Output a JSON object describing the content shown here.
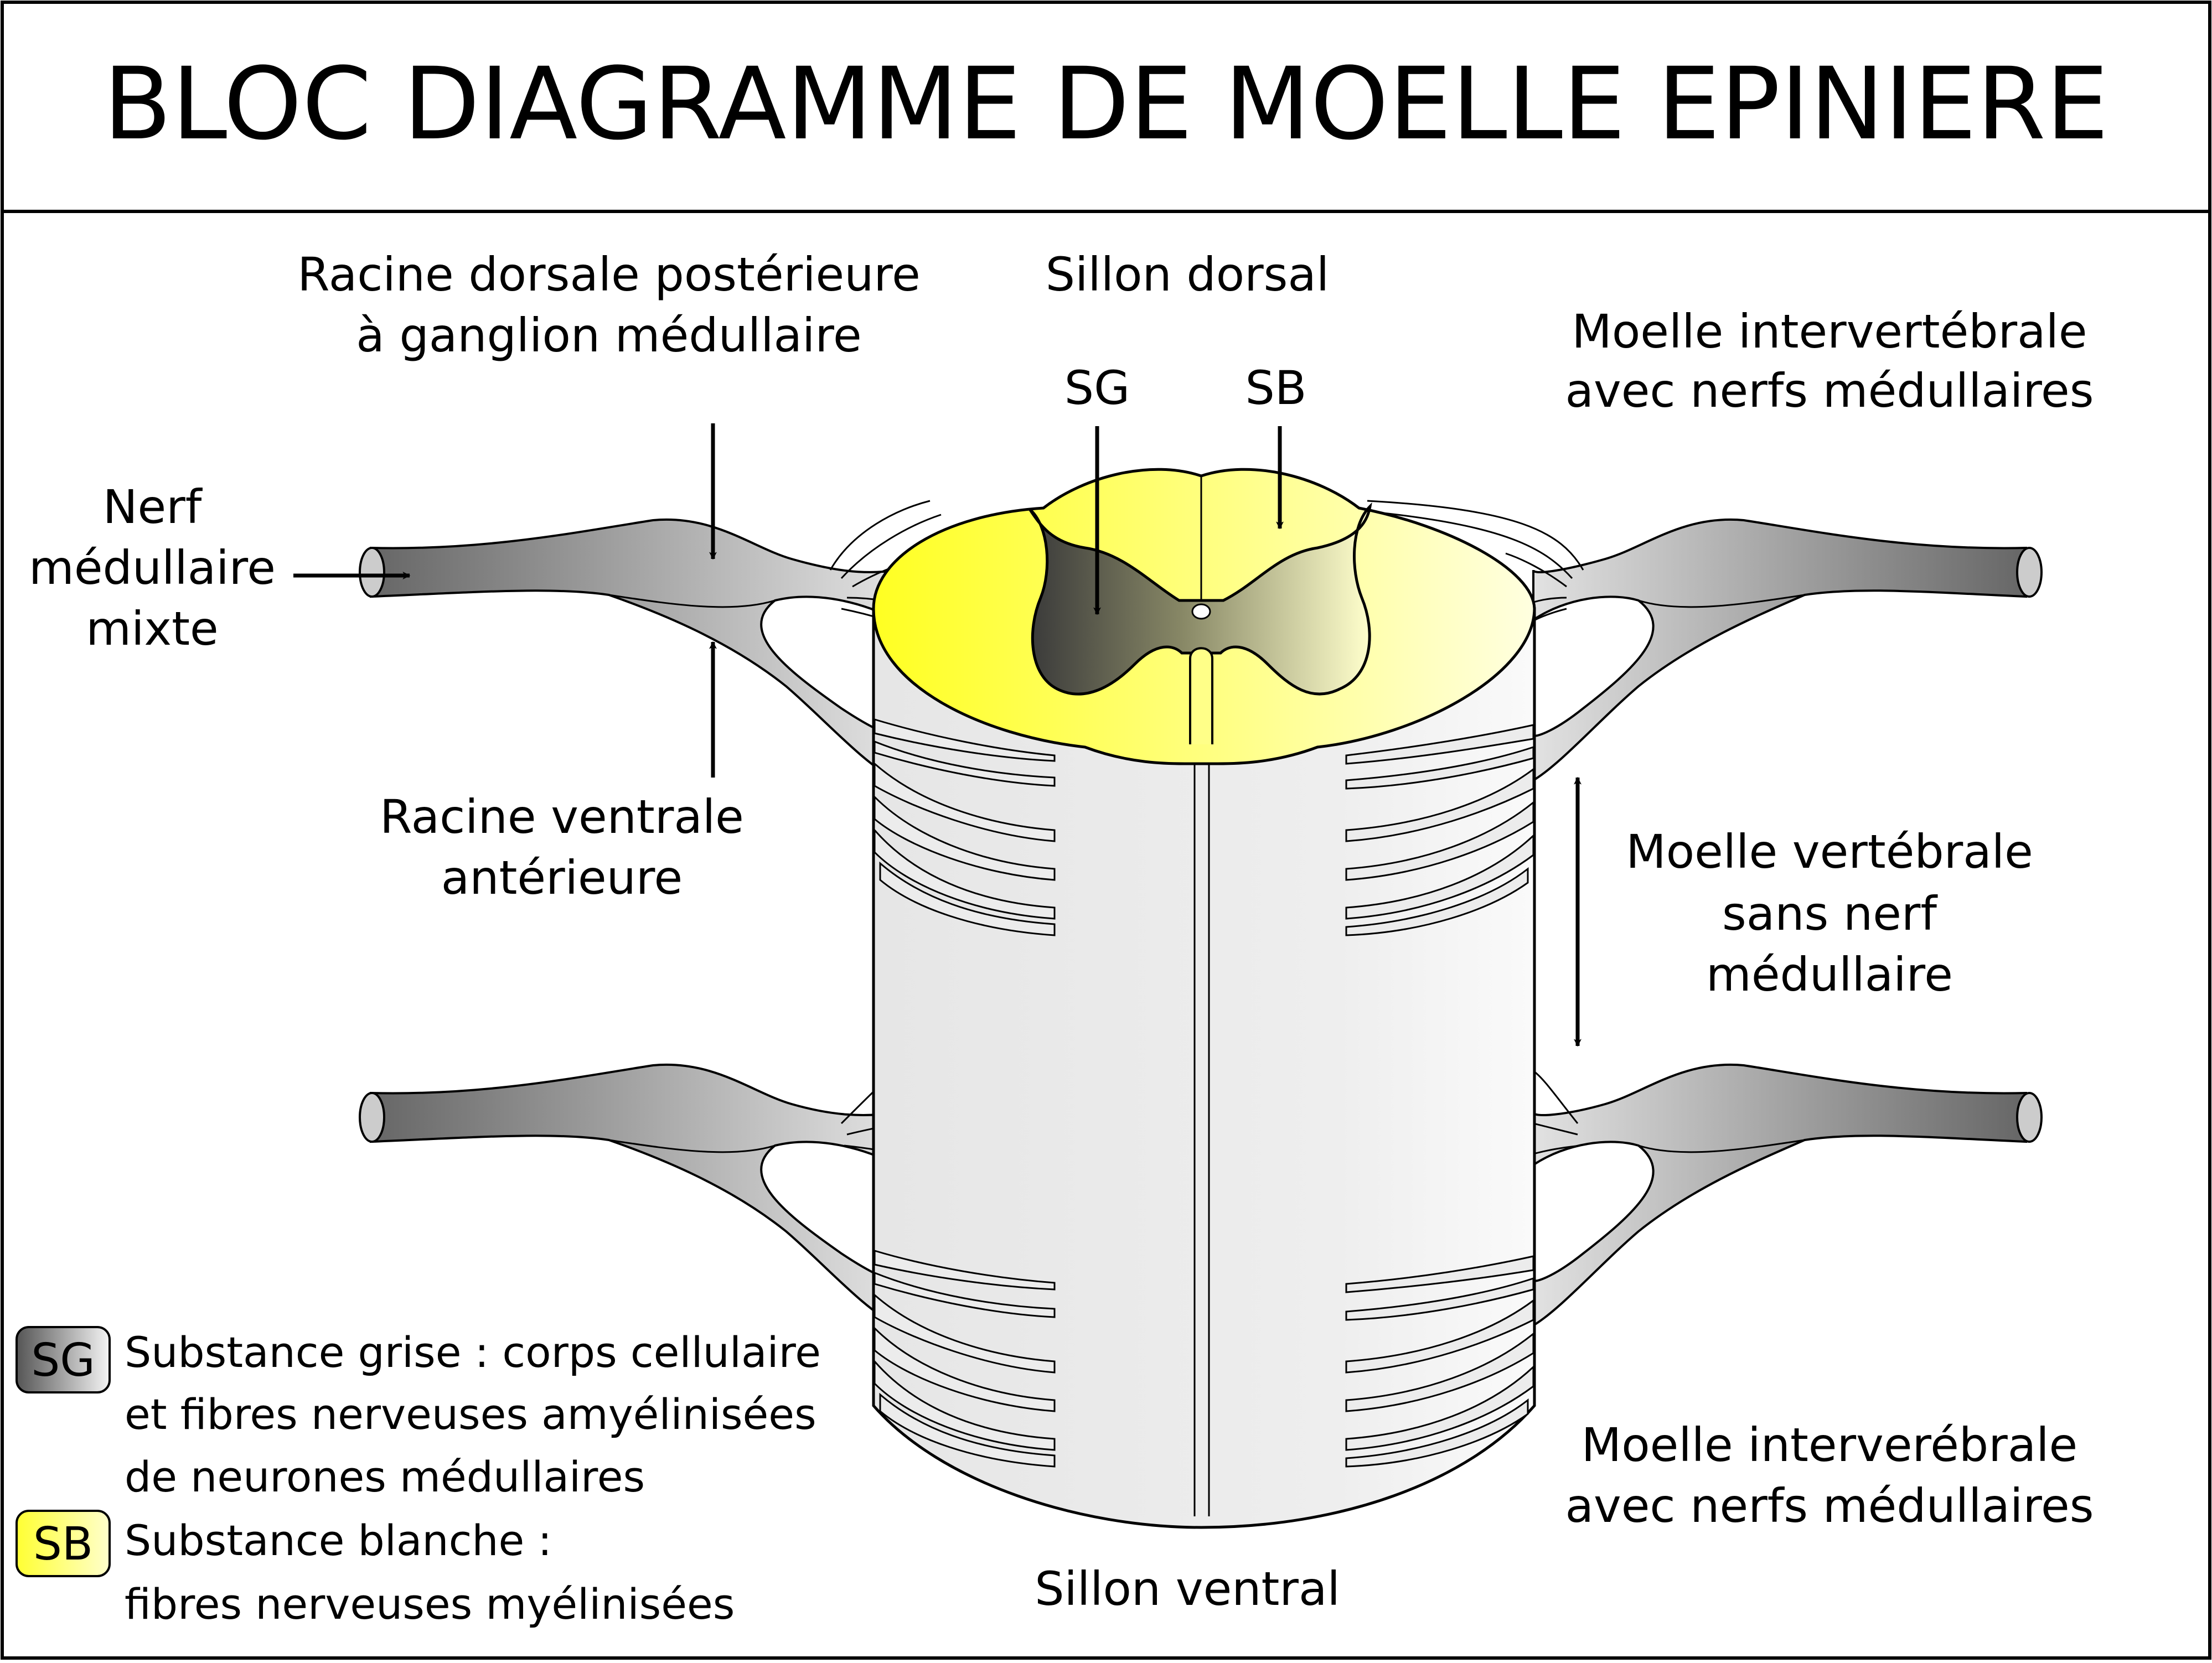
{
  "title": "BLOC DIAGRAMME DE MOELLE EPINIERE",
  "labels": {
    "dorsal_root": [
      "Racine dorsale postérieure",
      "à ganglion médullaire"
    ],
    "dorsal_sulcus": "Sillon dorsal",
    "sg": "SG",
    "sb": "SB",
    "intervertebral_top": [
      "Moelle intervertébrale",
      "avec nerfs médullaires"
    ],
    "mixed_nerve": [
      "Nerf",
      "médullaire",
      "mixte"
    ],
    "ventral_root": [
      "Racine ventrale",
      "antérieure"
    ],
    "vertebral_no_nerve": [
      "Moelle vertébrale",
      "sans nerf",
      "médullaire"
    ],
    "intervertebral_bottom": [
      "Moelle interverébrale",
      "avec nerfs médullaires"
    ],
    "ventral_sulcus": "Sillon ventral"
  },
  "legend": [
    {
      "chip": "SG",
      "lines": [
        "Substance grise : corps cellulaire",
        "et fibres nerveuses amyélinisées",
        "de neurones médullaires"
      ]
    },
    {
      "chip": "SB",
      "lines": [
        "Substance blanche :",
        "fibres nerveuses myélinisées"
      ]
    }
  ],
  "colors": {
    "white_matter": "#ffff33",
    "white_matter_light": "#ffffcc",
    "grey_matter_dark": "#444444",
    "cord_fill": "#eeeeee",
    "nerve_dark": "#666666",
    "nerve_light": "#dddddd"
  }
}
